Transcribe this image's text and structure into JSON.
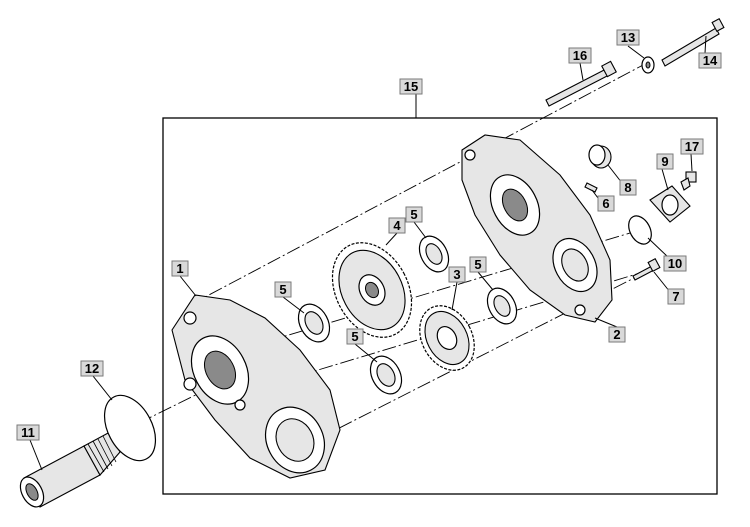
{
  "diagram": {
    "callouts": [
      {
        "id": "c1",
        "label": "1"
      },
      {
        "id": "c2",
        "label": "2"
      },
      {
        "id": "c3",
        "label": "3"
      },
      {
        "id": "c4",
        "label": "4"
      },
      {
        "id": "c5a",
        "label": "5"
      },
      {
        "id": "c5b",
        "label": "5"
      },
      {
        "id": "c5c",
        "label": "5"
      },
      {
        "id": "c5d",
        "label": "5"
      },
      {
        "id": "c6",
        "label": "6"
      },
      {
        "id": "c7",
        "label": "7"
      },
      {
        "id": "c8",
        "label": "8"
      },
      {
        "id": "c9",
        "label": "9"
      },
      {
        "id": "c10",
        "label": "10"
      },
      {
        "id": "c11",
        "label": "11"
      },
      {
        "id": "c12",
        "label": "12"
      },
      {
        "id": "c13",
        "label": "13"
      },
      {
        "id": "c14",
        "label": "14"
      },
      {
        "id": "c15",
        "label": "15"
      },
      {
        "id": "c16",
        "label": "16"
      },
      {
        "id": "c17",
        "label": "17"
      }
    ],
    "colors": {
      "callout_fill": "#d9d9d9",
      "line": "#000000",
      "part_shade": "#e6e6e6"
    }
  }
}
